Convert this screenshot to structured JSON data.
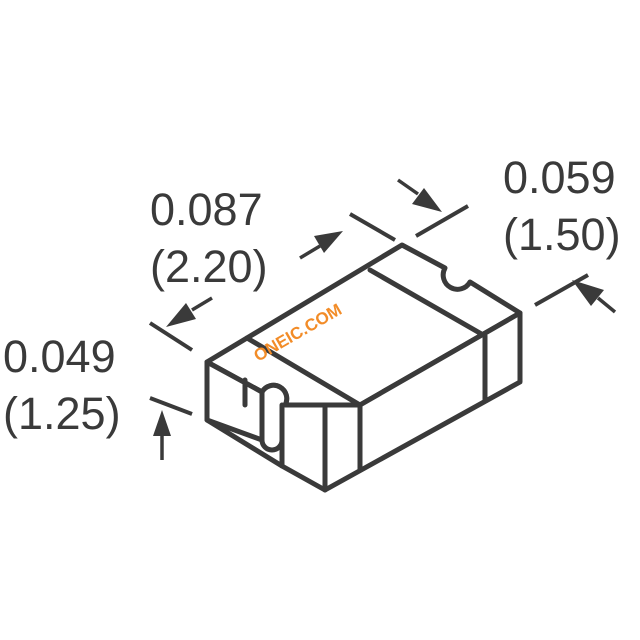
{
  "dimensions": {
    "length": {
      "inch": "0.087",
      "mm": "(2.20)"
    },
    "width": {
      "inch": "0.059",
      "mm": "(1.50)"
    },
    "height": {
      "inch": "0.049",
      "mm": "(1.25)"
    }
  },
  "watermark": {
    "text": "ONEIC.COM",
    "color": "#f28c28"
  },
  "colors": {
    "line": "#3a3a3a",
    "background": "#ffffff"
  }
}
